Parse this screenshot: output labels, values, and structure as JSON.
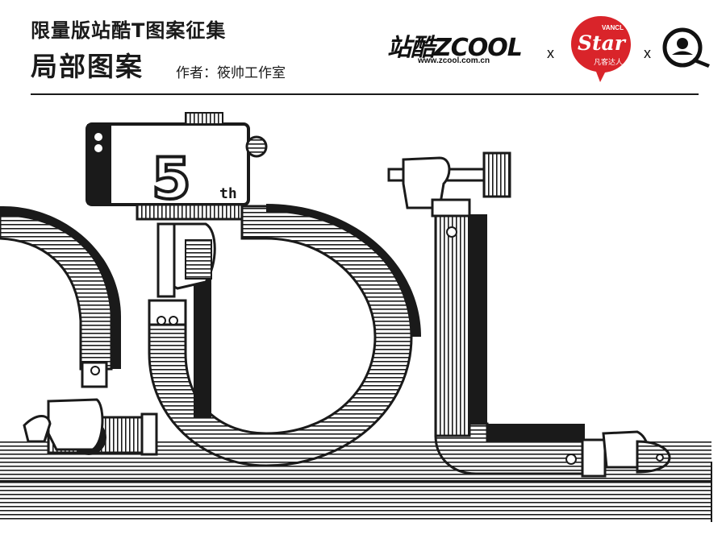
{
  "header": {
    "title": "限量版站酷T图案征集",
    "subtitle": "局部图案",
    "author": "作者：筱帅工作室"
  },
  "logos": {
    "zcool": {
      "text": "站酷ZCOOL",
      "url": "www.zcool.com.cn"
    },
    "separator": "x",
    "vancl": {
      "brand": "VANCL",
      "name": "Star",
      "cn": "凡客达人"
    },
    "q_logo_icon": "q-logo-icon"
  },
  "artwork": {
    "badge_number": "5",
    "badge_suffix": "th",
    "colors": {
      "ink": "#1a1a1a",
      "paper": "#ffffff",
      "vancl_red": "#d9242a"
    }
  }
}
